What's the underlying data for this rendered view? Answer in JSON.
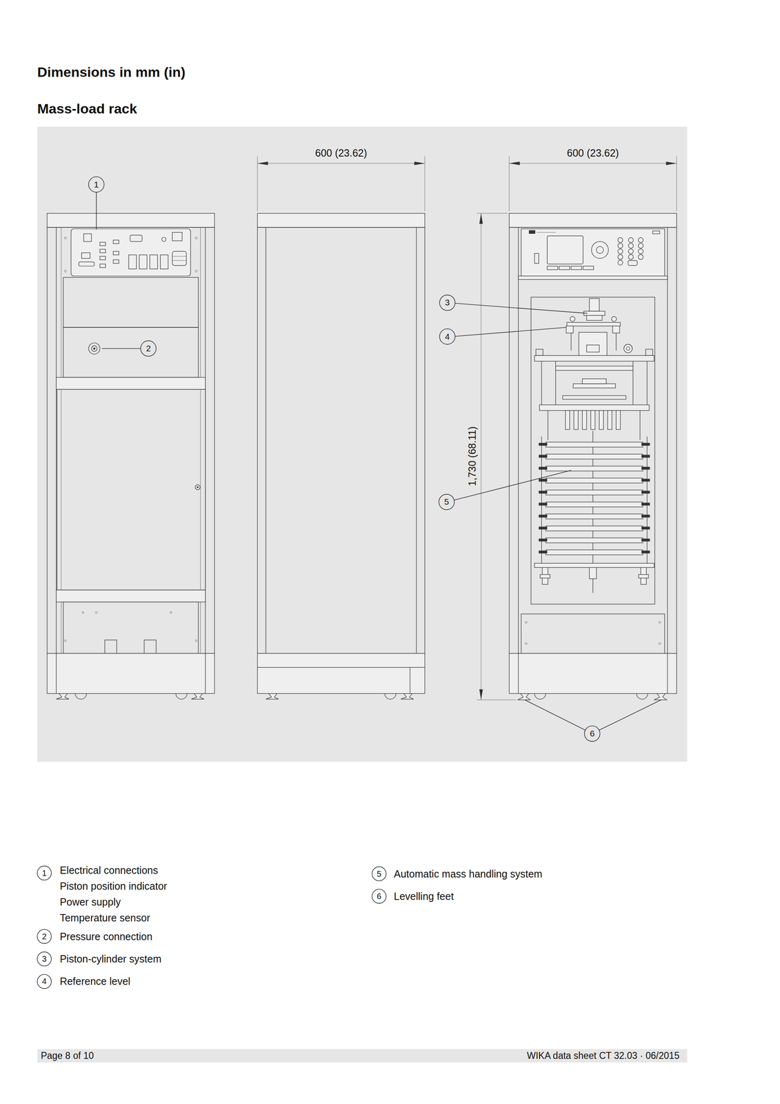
{
  "diagram": {
    "title": "Dimensions in mm (in)",
    "labels": [
      "Mass-load rack",
      "600 (23.62)",
      "600 (23.62)",
      "1,730 (68.11)",
      "1",
      "2",
      "3",
      "4",
      "5",
      "6",
      "1",
      "Electrical connections",
      "Piston position indicator",
      "Power supply",
      "Temperature sensor",
      "2",
      "Pressure connection",
      "3",
      "Piston-cylinder system",
      "4",
      "Reference level",
      "5",
      "Automatic mass handling system",
      "6",
      "Levelling feet",
      "Page 8 of 10",
      "WIKA data sheet CT 32.03 · 06/2015"
    ]
  }
}
